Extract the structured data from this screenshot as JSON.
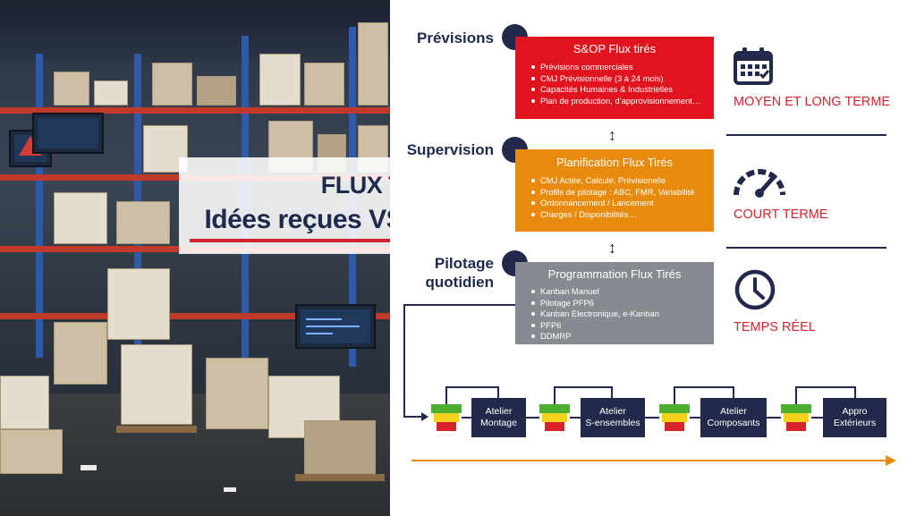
{
  "title": {
    "main": "FLUX TIRÉS",
    "subtitle": "Idées reçues VS réalité terrain"
  },
  "levels": [
    {
      "label": "Prévisions",
      "block_title": "S&OP Flux tirés",
      "block_color": "#e0141e",
      "items": [
        "Prévisions commerciales",
        "CMJ Prévisionnelle (3 à 24 mois)",
        "Capacités Humaines & Industrielles",
        "Plan de production, d’approvisionnement…"
      ],
      "horizon": "MOYEN ET LONG TERME",
      "horizon_icon": "calendar-icon"
    },
    {
      "label": "Supervision",
      "block_title": "Planification Flux Tirés",
      "block_color": "#e78a0d",
      "items": [
        "CMJ Actée, Calculé, Prévisionelle",
        "Profils de pilotage : ABC, FMR, Variabilité",
        "Ordonnancement / Lancement",
        "Charges / Disponibilités…"
      ],
      "horizon": "COURT TERME",
      "horizon_icon": "gauge-icon"
    },
    {
      "label_line1": "Pilotage",
      "label_line2": "quotidien",
      "block_title": "Programmation Flux Tirés",
      "block_color": "#878a91",
      "items": [
        "Kanban Manuel",
        "Pilotage PFP6",
        "Kanban Electronique, e-Kanban",
        "PFP6",
        "DDMRP"
      ],
      "horizon": "TEMPS RÉEL",
      "horizon_icon": "clock-icon"
    }
  ],
  "flow": {
    "stations": [
      {
        "line1": "Atelier",
        "line2": "Montage"
      },
      {
        "line1": "Atelier",
        "line2": "S-ensembles"
      },
      {
        "line1": "Atelier",
        "line2": "Composants"
      },
      {
        "line1": "Appro",
        "line2": "Extérieurs"
      }
    ]
  },
  "colors": {
    "navy": "#22294a",
    "red": "#e0141e",
    "orange": "#e78a0d",
    "grey": "#878a91",
    "accent_red": "#d3232e"
  }
}
